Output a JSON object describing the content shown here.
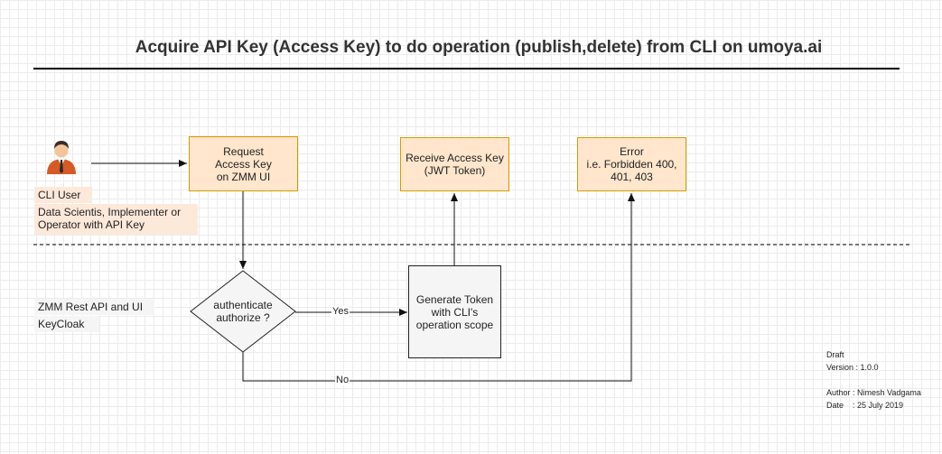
{
  "title": "Acquire API Key (Access Key)  to do operation (publish,delete) from CLI on umoya.ai",
  "actor": {
    "icon": "user-icon",
    "role_label": "CLI User",
    "desc_lines": [
      "Data Scientis, Implementer or",
      "Operator with API Key"
    ]
  },
  "lanes": {
    "lower_label_1": "ZMM Rest API and UI",
    "lower_label_2": "KeyCloak"
  },
  "nodes": {
    "request": [
      "Request",
      "Access Key",
      "on ZMM UI"
    ],
    "receive": [
      "Receive Access Key",
      "(JWT Token)"
    ],
    "error": [
      "Error",
      "i.e. Forbidden 400,",
      "401, 403"
    ],
    "decision": [
      "authenticate",
      "authorize ?"
    ],
    "generate": [
      "Generate Token",
      "with CLI's",
      "operation scope"
    ]
  },
  "edges": {
    "yes_label": "Yes",
    "no_label": "No"
  },
  "meta": {
    "status": "Draft",
    "version": "Version : 1.0.0",
    "author": "Author : Nimesh Vadgama",
    "date": "Date    : 25 July 2019"
  },
  "colors": {
    "process_fill": "#ffe6cc",
    "process_border": "#d79b00",
    "backend_fill": "#f5f5f5",
    "line": "#111111"
  }
}
